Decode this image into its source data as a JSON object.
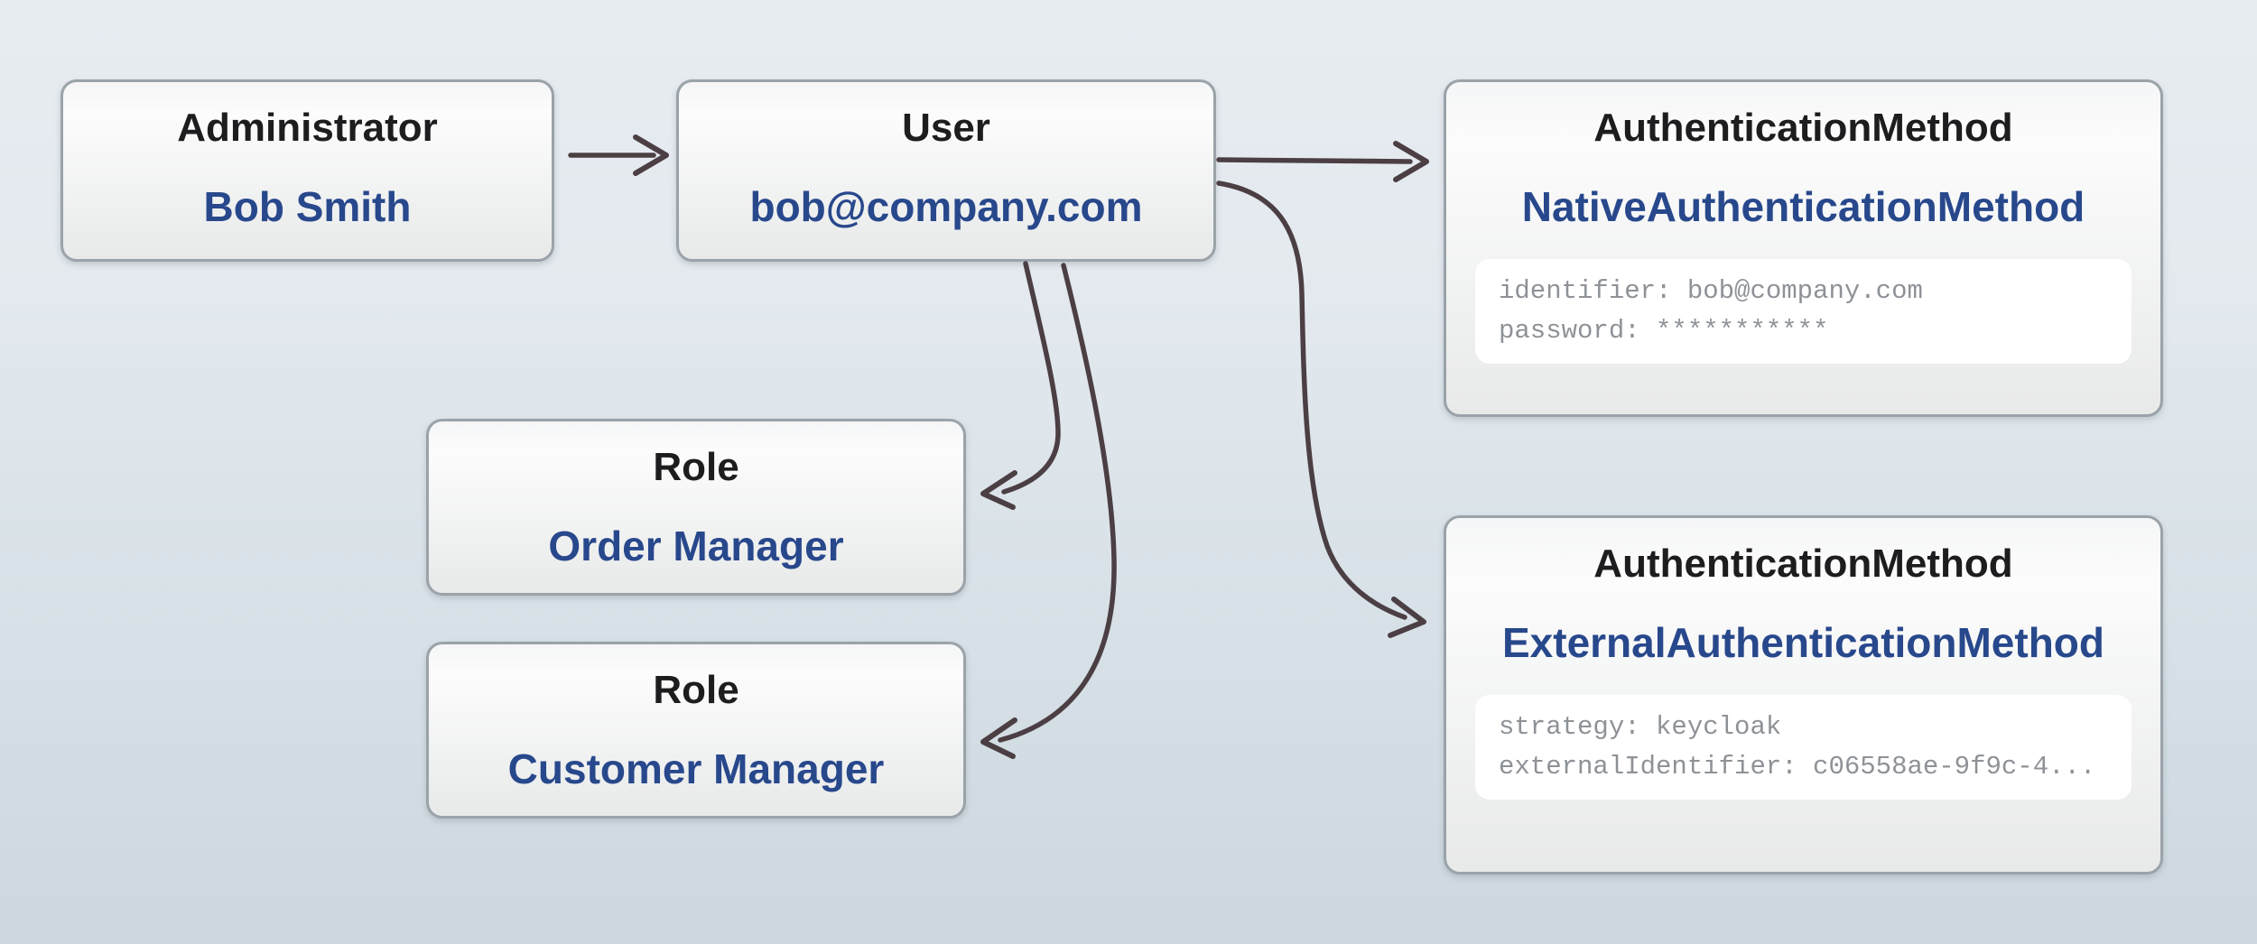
{
  "diagram": {
    "background_top": "#e6ebf0",
    "background_bottom": "#ccd8de",
    "accent_blue": "#28488c",
    "title_color": "#1d1d1f",
    "arrow_color": "#4b3f44",
    "attr_text_color": "#8e9297",
    "node_border_color": "#9aa3a9",
    "node_fill_top": "#fcfcfc",
    "node_fill_bottom": "#e8e9e9",
    "attr_panel_fill": "#ffffff"
  },
  "nodes": {
    "administrator": {
      "type_label": "Administrator",
      "name": "Bob Smith"
    },
    "user": {
      "type_label": "User",
      "name": "bob@company.com"
    },
    "native_auth": {
      "type_label": "AuthenticationMethod",
      "name": "NativeAuthenticationMethod",
      "attr_lines": [
        "identifier: bob@company.com",
        "password: ***********"
      ]
    },
    "role_order": {
      "type_label": "Role",
      "name": "Order Manager"
    },
    "role_customer": {
      "type_label": "Role",
      "name": "Customer Manager"
    },
    "external_auth": {
      "type_label": "AuthenticationMethod",
      "name": "ExternalAuthenticationMethod",
      "attr_lines": [
        "strategy: keycloak",
        "externalIdentifier: c06558ae-9f9c-4..."
      ]
    }
  },
  "edges": [
    {
      "from": "administrator",
      "to": "user"
    },
    {
      "from": "user",
      "to": "native_auth"
    },
    {
      "from": "user",
      "to": "external_auth"
    },
    {
      "from": "user",
      "to": "role_order"
    },
    {
      "from": "user",
      "to": "role_customer"
    }
  ]
}
